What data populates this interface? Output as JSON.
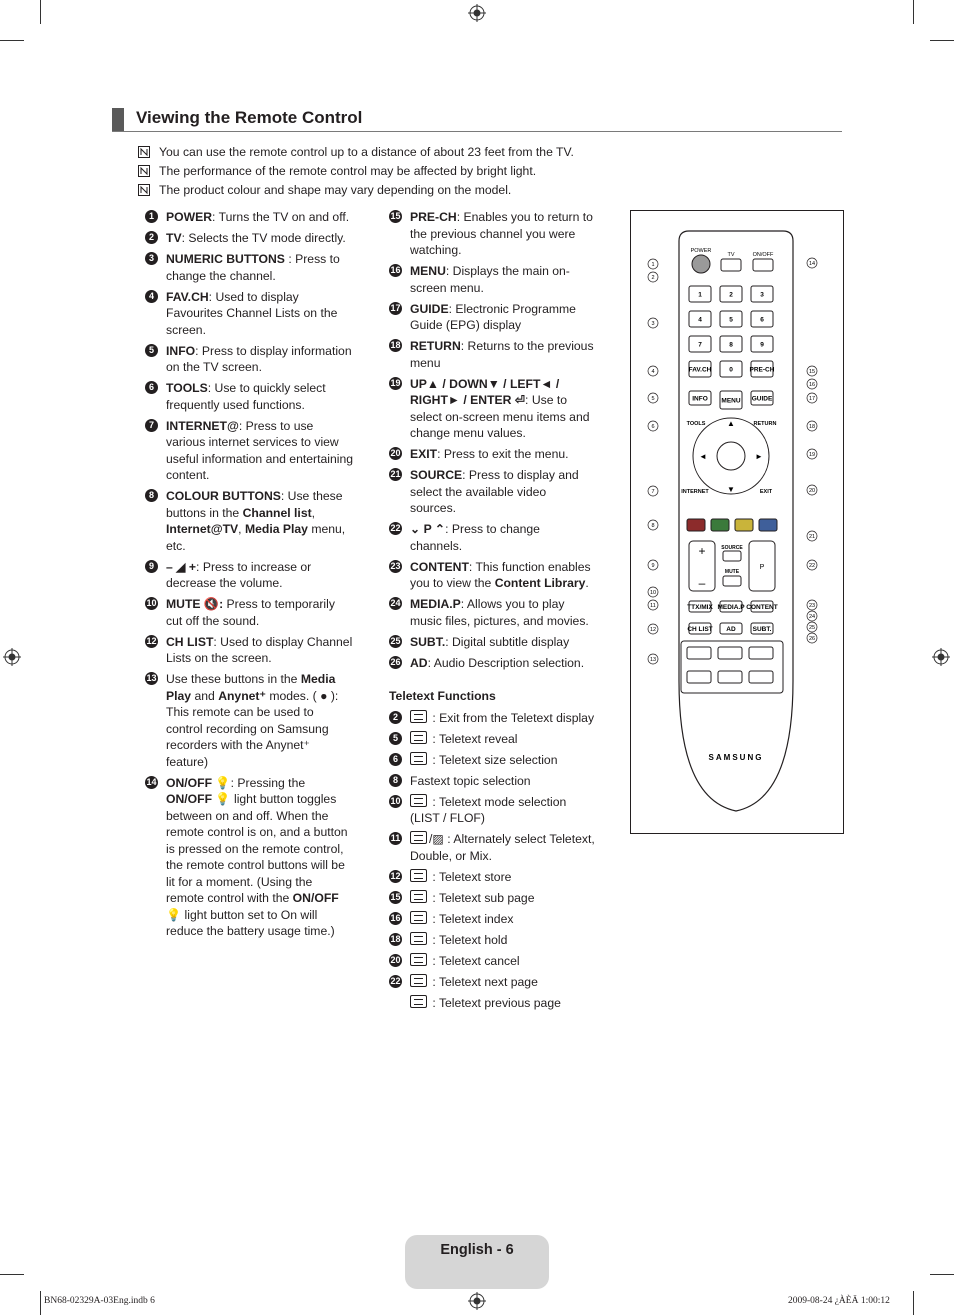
{
  "page": {
    "title": "Viewing the Remote Control",
    "footer": "English - 6",
    "slug_left": "BN68-02329A-03Eng.indb   6",
    "slug_right": "2009-08-24   ¿ÀÈÄ 1:00:12"
  },
  "notes": [
    "You can use the remote control up to a distance of about 23 feet from the TV.",
    "The performance of the remote control may be affected by bright light.",
    "The product colour and shape may vary depending on the model."
  ],
  "left_items": [
    {
      "n": "1",
      "parts": [
        {
          "b": "POWER"
        },
        {
          "t": ": Turns the TV on and off."
        }
      ]
    },
    {
      "n": "2",
      "parts": [
        {
          "b": "TV"
        },
        {
          "t": ": Selects the TV mode directly."
        }
      ]
    },
    {
      "n": "3",
      "parts": [
        {
          "b": "NUMERIC BUTTONS"
        },
        {
          "t": " : Press to change the channel."
        }
      ]
    },
    {
      "n": "4",
      "parts": [
        {
          "b": "FAV.CH"
        },
        {
          "t": ": Used to display Favourites Channel Lists on the screen."
        }
      ]
    },
    {
      "n": "5",
      "parts": [
        {
          "b": "INFO"
        },
        {
          "t": ": Press to display information on the TV screen."
        }
      ]
    },
    {
      "n": "6",
      "parts": [
        {
          "b": "TOOLS"
        },
        {
          "t": ": Use to quickly select frequently used functions."
        }
      ]
    },
    {
      "n": "7",
      "parts": [
        {
          "b": "INTERNET@"
        },
        {
          "t": ": Press to use various internet services to view useful information and entertaining content."
        }
      ]
    },
    {
      "n": "8",
      "parts": [
        {
          "b": "COLOUR BUTTONS"
        },
        {
          "t": ": Use these buttons in the "
        },
        {
          "b": "Channel list"
        },
        {
          "t": ", "
        },
        {
          "b": "Internet@TV"
        },
        {
          "t": ", "
        },
        {
          "b": "Media Play"
        },
        {
          "t": " menu, etc."
        }
      ]
    },
    {
      "n": "9",
      "parts": [
        {
          "b": "–  ◢  +"
        },
        {
          "t": ": Press to increase or decrease the volume."
        }
      ]
    },
    {
      "n": "10",
      "parts": [
        {
          "b": "MUTE 🔇:"
        },
        {
          "t": " Press to temporarily cut off the sound."
        }
      ]
    },
    {
      "n": "12",
      "parts": [
        {
          "b": "CH LIST"
        },
        {
          "t": ": Used to display Channel Lists on the screen."
        }
      ]
    },
    {
      "n": "13",
      "parts": [
        {
          "t": "Use these buttons in the "
        },
        {
          "b": "Media Play"
        },
        {
          "t": " and "
        },
        {
          "b": "Anynet⁺"
        },
        {
          "t": " modes. ( ● ): This remote can be used to control recording on Samsung recorders with the Anynet⁺ feature)"
        }
      ]
    },
    {
      "n": "14",
      "parts": [
        {
          "b": "ON/OFF"
        },
        {
          "t": " 💡: Pressing the "
        },
        {
          "b": "ON/OFF"
        },
        {
          "t": " 💡 light button toggles between on and off. When the remote control is on, and a button is pressed on the remote control, the remote control buttons will be lit for a moment. (Using the remote control with the "
        },
        {
          "b": "ON/OFF"
        },
        {
          "t": " 💡 light button set to On will reduce the battery usage time.)"
        }
      ]
    }
  ],
  "right_items": [
    {
      "n": "15",
      "parts": [
        {
          "b": "PRE-CH"
        },
        {
          "t": ": Enables you to return to the previous channel you were watching."
        }
      ]
    },
    {
      "n": "16",
      "parts": [
        {
          "b": "MENU"
        },
        {
          "t": ": Displays the main on-screen menu."
        }
      ]
    },
    {
      "n": "17",
      "parts": [
        {
          "b": "GUIDE"
        },
        {
          "t": ": Electronic Programme Guide (EPG) display"
        }
      ]
    },
    {
      "n": "18",
      "parts": [
        {
          "b": "RETURN"
        },
        {
          "t": ": Returns to the previous menu"
        }
      ]
    },
    {
      "n": "19",
      "parts": [
        {
          "b": "UP▲ / DOWN▼ / LEFT◄ / RIGHT► / ENTER ⏎"
        },
        {
          "t": ": Use to select on-screen menu items and change menu values."
        }
      ]
    },
    {
      "n": "20",
      "parts": [
        {
          "b": "EXIT"
        },
        {
          "t": ": Press to exit the menu."
        }
      ]
    },
    {
      "n": "21",
      "parts": [
        {
          "b": "SOURCE"
        },
        {
          "t": ": Press to display and select the available video sources."
        }
      ]
    },
    {
      "n": "22",
      "parts": [
        {
          "b": "⌄ P ⌃"
        },
        {
          "t": ": Press to change channels."
        }
      ]
    },
    {
      "n": "23",
      "parts": [
        {
          "b": "CONTENT"
        },
        {
          "t": ": This function enables you to view the "
        },
        {
          "b": "Content Library"
        },
        {
          "t": "."
        }
      ]
    },
    {
      "n": "24",
      "parts": [
        {
          "b": "MEDIA.P"
        },
        {
          "t": ": Allows you to play music files, pictures, and movies."
        }
      ]
    },
    {
      "n": "25",
      "parts": [
        {
          "b": "SUBT."
        },
        {
          "t": ": Digital subtitle display"
        }
      ]
    },
    {
      "n": "26",
      "parts": [
        {
          "b": "AD"
        },
        {
          "t": ": Audio Description selection."
        }
      ]
    }
  ],
  "teletext": {
    "heading": "Teletext Functions",
    "items": [
      {
        "n": "2",
        "icon": true,
        "text": " : Exit from the Teletext display"
      },
      {
        "n": "5",
        "icon": true,
        "text": " : Teletext reveal"
      },
      {
        "n": "6",
        "icon": true,
        "text": " : Teletext size selection"
      },
      {
        "n": "8",
        "icon": false,
        "text": "Fastext topic selection"
      },
      {
        "n": "10",
        "icon": true,
        "text": " : Teletext mode selection (LIST / FLOF)"
      },
      {
        "n": "11",
        "icon": true,
        "text": "/▨ : Alternately select Teletext, Double, or Mix."
      },
      {
        "n": "12",
        "icon": true,
        "text": " : Teletext store"
      },
      {
        "n": "15",
        "icon": true,
        "text": " : Teletext sub page"
      },
      {
        "n": "16",
        "icon": true,
        "text": " : Teletext index"
      },
      {
        "n": "18",
        "icon": true,
        "text": " : Teletext hold"
      },
      {
        "n": "20",
        "icon": true,
        "text": " : Teletext cancel"
      },
      {
        "n": "22",
        "icon": true,
        "text": " : Teletext next page"
      },
      {
        "n": "",
        "icon": true,
        "text": " : Teletext previous page"
      }
    ]
  },
  "remote": {
    "brand": "SAMSUNG",
    "top_labels": [
      "POWER",
      "TV",
      "ON/OFF"
    ],
    "digits": [
      "1",
      "2",
      "3",
      "4",
      "5",
      "6",
      "7",
      "8",
      "9",
      "0"
    ],
    "row_labels": [
      "FAV.CH",
      "PRE-CH",
      "INFO",
      "MENU",
      "GUIDE",
      "TOOLS",
      "RETURN",
      "INTERNET",
      "EXIT"
    ],
    "side_labels": [
      "SOURCE",
      "MUTE",
      "P"
    ],
    "bottom_labels": [
      "TTX/MIX",
      "MEDIA.P",
      "CONTENT",
      "CH LIST",
      "AD",
      "SUBT."
    ],
    "callouts_left": [
      "1",
      "2",
      "3",
      "4",
      "5",
      "6",
      "7",
      "8",
      "9",
      "10",
      "11",
      "12",
      "13"
    ],
    "callouts_right": [
      "14",
      "15",
      "16",
      "17",
      "18",
      "19",
      "20",
      "21",
      "22",
      "23",
      "24",
      "25",
      "26"
    ],
    "colour_keys": [
      "#8c2b2b",
      "#3b7a3b",
      "#c9b43a",
      "#3f5f9a"
    ]
  }
}
